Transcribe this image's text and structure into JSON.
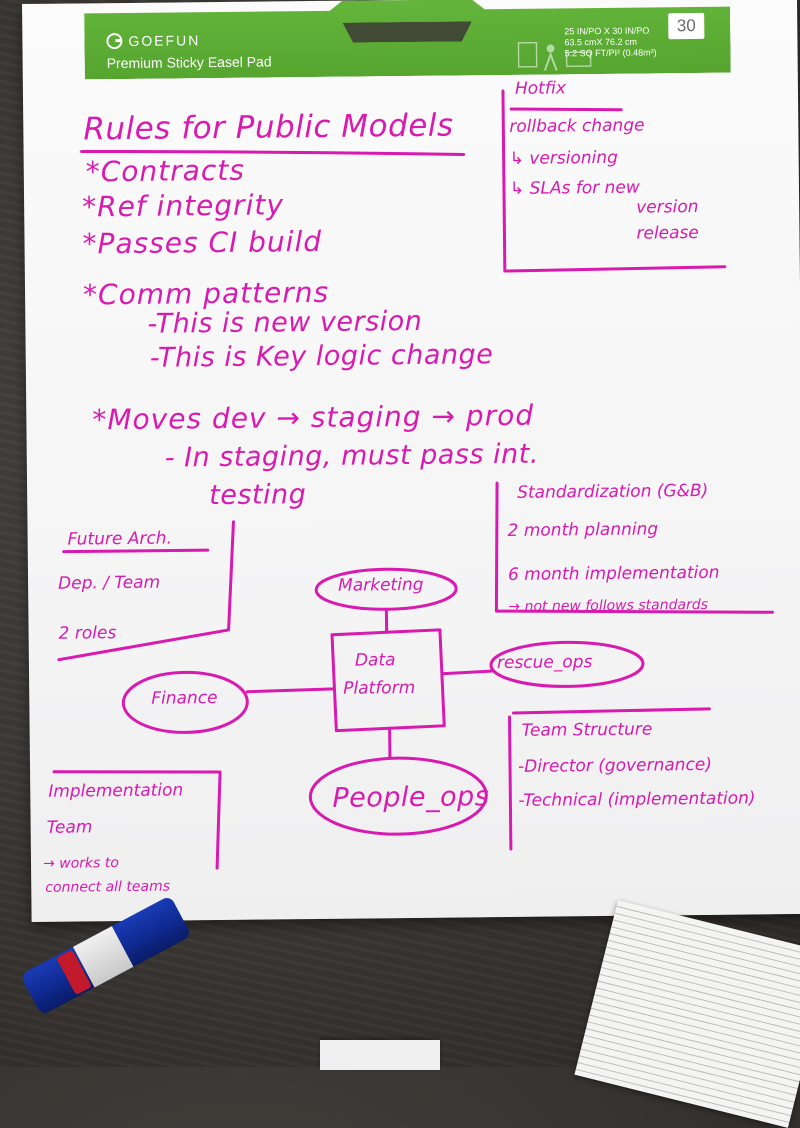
{
  "pad_header": {
    "brand": "GOEFUN",
    "product": "Premium Sticky Easel Pad",
    "spec_lines": [
      "25 IN/PO X 30 IN/PO",
      "63.5 cmX 76.2 cm",
      "5.2 SQ FT/PI² (0.48m²)"
    ],
    "count": "30"
  },
  "rules": {
    "title": "Rules for Public Models",
    "items": [
      "*Contracts",
      "*Ref integrity",
      "*Passes CI build",
      "*Comm patterns"
    ],
    "comm_sub": [
      "-This is new version",
      "-This is Key logic change"
    ],
    "moves": "*Moves dev → staging → prod",
    "moves_sub": [
      "- In staging, must pass int.",
      "testing"
    ]
  },
  "hotfix": {
    "title": "Hotfix",
    "lines": [
      "rollback change",
      "↳ versioning",
      "↳ SLAs for new",
      "version",
      "release"
    ]
  },
  "standardization": {
    "title": "Standardization (G&B)",
    "lines": [
      "2 month planning",
      "6 month implementation",
      "→ not new follows standards"
    ]
  },
  "future_arch": {
    "title": "Future Arch.",
    "lines": [
      "Dep. / Team",
      "2 roles"
    ]
  },
  "diagram": {
    "center_line1": "Data",
    "center_line2": "Platform",
    "marketing": "Marketing",
    "finance": "Finance",
    "rescue_ops": "rescue_ops",
    "people_ops": "People_ops"
  },
  "team_structure": {
    "title": "Team Structure",
    "lines": [
      "-Director (governance)",
      "-Technical (implementation)"
    ]
  },
  "impl_team": {
    "title_line1": "Implementation",
    "title_line2": "Team",
    "lines": [
      "→ works to",
      "connect all teams"
    ]
  },
  "colors": {
    "marker_ink": "#d81ab0",
    "pad_green": "#5aab34"
  }
}
